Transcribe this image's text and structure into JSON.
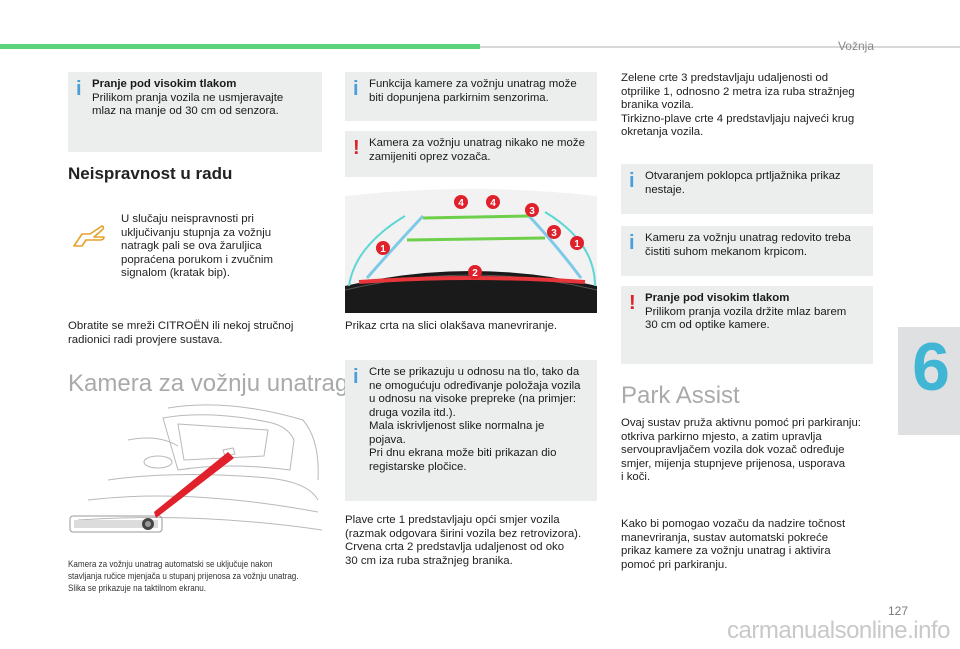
{
  "header": {
    "section": "Vožnja",
    "chapter": "6",
    "page": "127"
  },
  "col1": {
    "note_wash": {
      "title": "Pranje pod visokim tlakom",
      "text": "Prilikom pranja vozila ne usmjeravajte\nmlaz na manje od 30 cm od senzora."
    },
    "heading_malfunction": "Neispravnost u radu",
    "malfunction_text": "U slučaju neispravnosti pri\nuključivanju stupnja za vožnju\nnatragk pali se ova žaruljica\npopraćena porukom i zvučnim\nsignalom (kratak bip).",
    "network_text": "Obratite se mreži CITROËN ili nekoj stručnoj\nradionici radi provjere sustava.",
    "heading_camera": "Kamera za vožnju unatrag",
    "caption": "Kamera za vožnju unatrag automatski se uključuje nakon\nstavljanja ručice mjenjača u stupanj prijenosa za vožnju unatrag.\nSlika se prikazuje na taktilnom ekranu."
  },
  "col2": {
    "note_sensors": "Funkcija kamere za vožnju unatrag može\nbiti dopunjena parkirnim senzorima.",
    "warn_mirror": "Kamera za vožnju unatrag nikako ne može\nzamijeniti oprez vozača.",
    "diagram_labels": [
      "1",
      "1",
      "2",
      "3",
      "3",
      "4",
      "4"
    ],
    "image_caption": "Prikaz crta na slici olakšava manevriranje.",
    "note_lines": "Crte se prikazuju u odnosu na tlo, tako da\nne omogućuju određivanje položaja vozila\nu odnosu na visoke prepreke (na primjer:\ndruga vozila itd.).\nMala iskrivljenost slike normalna je\npojava.\nPri dnu ekrana može biti prikazan dio\nregistarske pločice.",
    "lines_text": "Plave crte 1 predstavljaju opći smjer vozila\n(razmak odgovara širini vozila bez retrovizora).\nCrvena crta 2 predstavlja udaljenost od oko\n30 cm iza ruba stražnjeg branika."
  },
  "col3": {
    "green_text": "Zelene crte 3 predstavljaju udaljenosti od\notprilike 1, odnosno 2 metra iza ruba stražnjeg\nbranika vozila.\nTirkizno-plave crte 4 predstavljaju najveći krug\nokretanja vozila.",
    "note_boot": "Otvaranjem poklopca prtljažnika prikaz\nnestaje.",
    "note_clean": "Kameru za vožnju unatrag redovito treba\nčistiti suhom mekanom krpicom.",
    "warn_wash": {
      "title": "Pranje pod visokim tlakom",
      "text": "Prilikom pranja vozila držite mlaz barem\n30 cm od optike kamere."
    },
    "heading_park": "Park Assist",
    "park_text": "Ovaj sustav pruža aktivnu pomoć pri parkiranju:\notkriva parkirno mjesto, a zatim upravlja\nservoupravljačem vozila dok vozač određuje\nsmjer, mijenja stupnjeve prijenosa, usporava\ni koči.",
    "park_text2": "Kako bi pomogao vozaču da nadzire točnost\nmanevriranja, sustav automatski pokreće\nprikaz kamere za vožnju unatrag i aktivira\npomoć pri parkiranju."
  },
  "watermark": "carmanualsonline.info",
  "colors": {
    "accent_green": "#5cd27a",
    "info_blue": "#4a9fd8",
    "warn_red": "#e0202a",
    "chapter_blue": "#40b6d4"
  }
}
